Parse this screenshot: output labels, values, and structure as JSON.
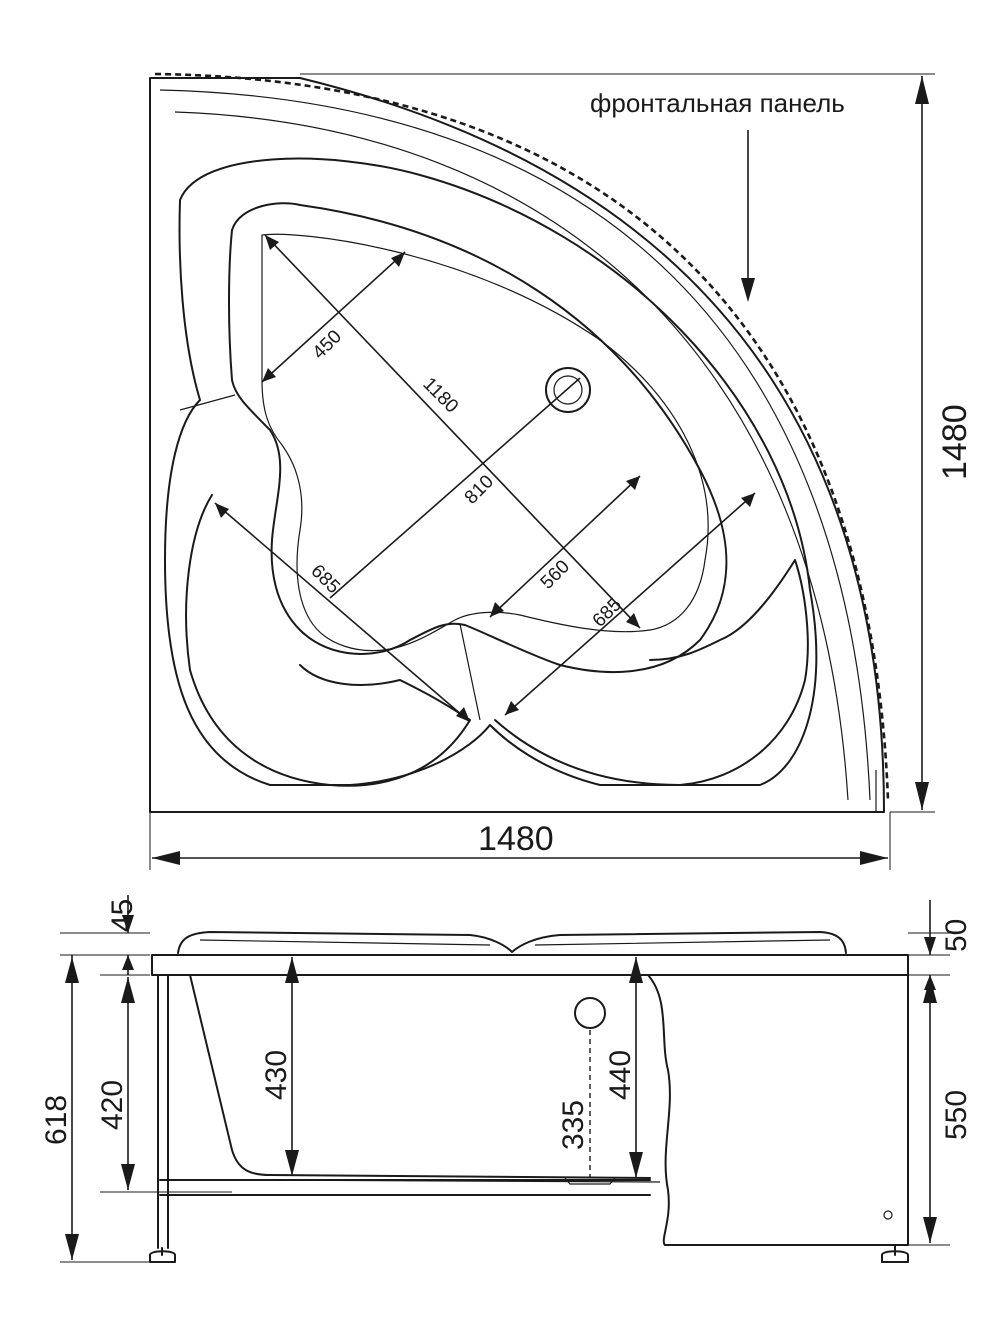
{
  "labels": {
    "front_panel": "фронтальная панель"
  },
  "top_view": {
    "width": "1480",
    "depth": "1480",
    "diag_length": "1180",
    "inner_width": "810",
    "rest_left": "450",
    "rest_right": "560",
    "seat_left": "685",
    "seat_right": "685"
  },
  "side_view": {
    "rim_height": "45",
    "panel_top": "50",
    "inner_depth_left": "420",
    "total_height": "618",
    "depth_mid": "430",
    "overflow_height": "335",
    "depth_right": "440",
    "panel_height": "550"
  }
}
